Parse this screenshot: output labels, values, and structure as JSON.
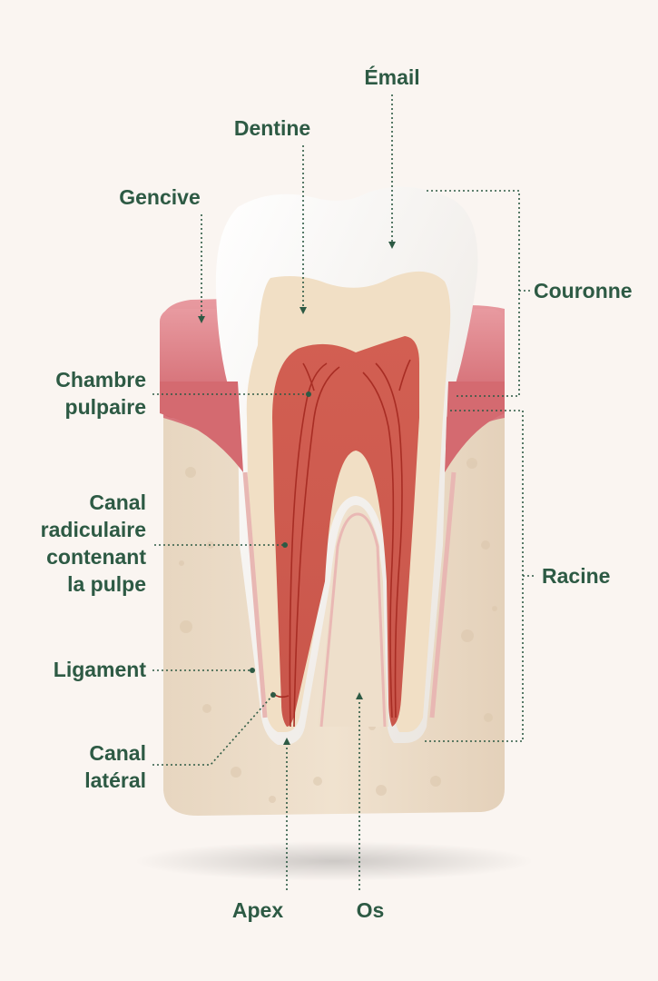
{
  "labels": {
    "email": "Émail",
    "dentine": "Dentine",
    "gencive": "Gencive",
    "couronne": "Couronne",
    "chambre": [
      "Chambre",
      "pulpaire"
    ],
    "canal_radiculaire": [
      "Canal",
      "radiculaire",
      "contenant",
      "la pulpe"
    ],
    "racine": "Racine",
    "ligament": "Ligament",
    "canal_lateral": [
      "Canal",
      "latéral"
    ],
    "apex": "Apex",
    "os": "Os"
  },
  "colors": {
    "label_text": "#2d5a44",
    "leader_line": "#2d5a44",
    "background": "#faf5f1",
    "gum": "#d8727a",
    "bone": "#eedfcb",
    "enamel": "#f6f3ef",
    "dentin": "#f1dfc5",
    "pulp": "#d86a5e",
    "vessel": "#b8352b"
  }
}
